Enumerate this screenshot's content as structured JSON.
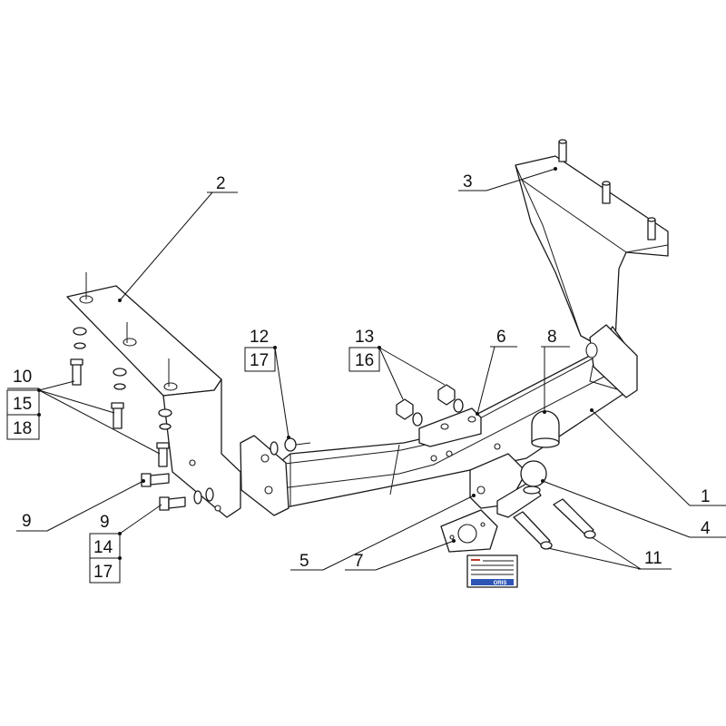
{
  "diagram": {
    "callouts": {
      "c1": "1",
      "c2": "2",
      "c3": "3",
      "c4": "4",
      "c5": "5",
      "c6": "6",
      "c7": "7",
      "c8": "8",
      "c9a": "9",
      "c9b": "9",
      "c10": "10",
      "c11": "11",
      "c12": "12",
      "c13": "13",
      "c14": "14",
      "c15": "15",
      "c16": "16",
      "c17a": "17",
      "c17b": "17",
      "c18": "18"
    },
    "plate": {
      "brand": "ORIS",
      "brand_color": "#2d55b5",
      "accent_color": "#c0392b"
    }
  }
}
